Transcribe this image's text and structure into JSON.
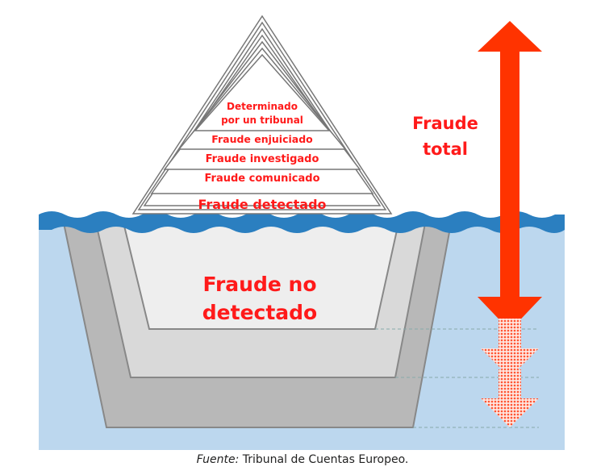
{
  "diagram": {
    "pyramid_levels": [
      "Determinado",
      "por un tribunal",
      "Fraude enjuiciado",
      "Fraude investigado",
      "Fraude comunicado",
      "Fraude detectado"
    ],
    "underwater_label": [
      "Fraude no",
      "detectado"
    ],
    "total_label": [
      "Fraude",
      "total"
    ]
  },
  "caption": {
    "source_label": "Fuente:",
    "source_text": "Tribunal de Cuentas Europeo."
  },
  "colors": {
    "label_red": "#ff1a1a",
    "arrow_red": "#ff3300",
    "water": "#bcd7ee",
    "wave_blue": "#2b7fc0",
    "shell_light": "#d9d9d9",
    "shell_mid": "#c4c4c4",
    "core": "#eeeeee"
  }
}
